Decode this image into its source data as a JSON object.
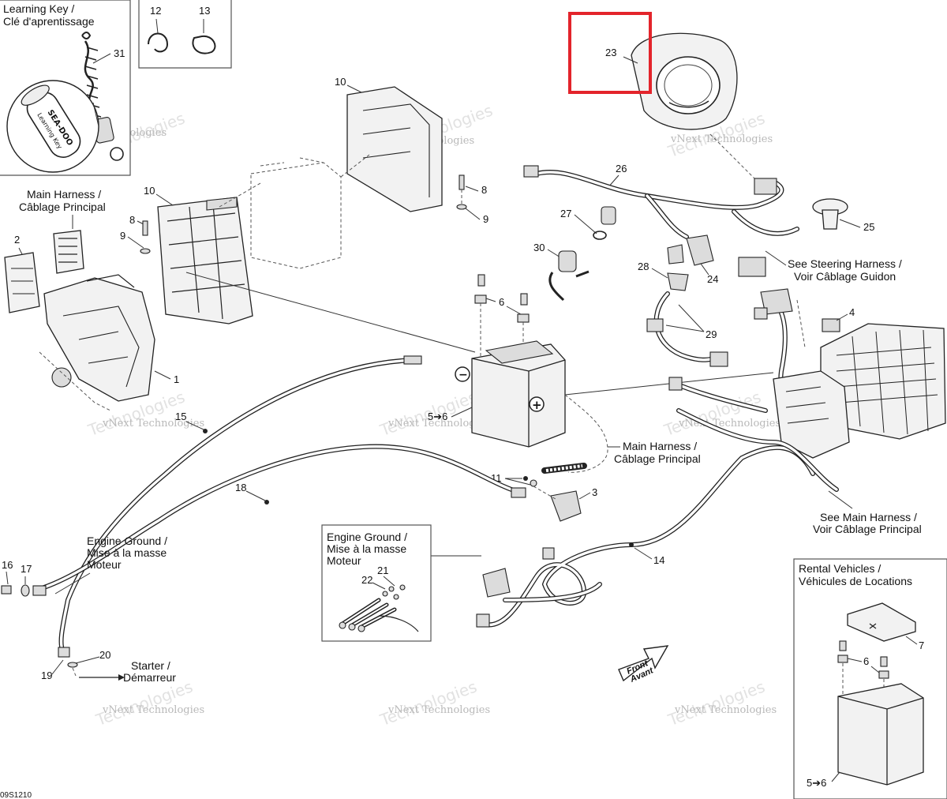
{
  "diagram_code": "09S1210",
  "watermark": {
    "line1": "vNext",
    "line2": "Technologies",
    "combined": "vNext Technologies"
  },
  "highlight": {
    "color": "#e3242b",
    "part_number": "23"
  },
  "insets": {
    "learning_key": {
      "title_line1": "Learning Key /",
      "title_line2": "Clé d'aprentissage",
      "part": "31",
      "key_brand": "SEA-DOO",
      "key_text": "Learning Key"
    },
    "clips": {
      "part_a": "12",
      "part_b": "13"
    },
    "engine_ground": {
      "line1": "Engine Ground /",
      "line2": "Mise à la masse",
      "line3": "Moteur",
      "part_a": "21",
      "part_b": "22"
    },
    "rental": {
      "line1": "Rental Vehicles /",
      "line2": "Véhicules de Locations",
      "part_cover": "7",
      "part_screw": "6",
      "part_battery": "5➔6"
    }
  },
  "labels": {
    "main_harness_left": {
      "line1": "Main Harness /",
      "line2": "Câblage Principal"
    },
    "main_harness_center": {
      "line1": "Main Harness /",
      "line2": "Câblage Principal"
    },
    "steering_harness": {
      "line1": "See Steering Harness /",
      "line2": "Voir Câblage Guidon"
    },
    "see_main_harness": {
      "line1": "See Main Harness /",
      "line2": "Voir Câblage Principal"
    },
    "engine_ground": {
      "line1": "Engine Ground /",
      "line2": "Mise à la masse",
      "line3": "Moteur"
    },
    "starter": {
      "line1": "Starter /",
      "line2": "Démarreur"
    },
    "front": {
      "line1": "Front",
      "line2": "Avant"
    }
  },
  "battery": {
    "negative": "−",
    "positive": "+",
    "part": "5➔6"
  },
  "parts": {
    "p1": "1",
    "p2": "2",
    "p3": "3",
    "p4": "4",
    "p6a": "6",
    "p7": "7",
    "p8a": "8",
    "p8b": "8",
    "p9a": "9",
    "p9b": "9",
    "p10a": "10",
    "p10b": "10",
    "p11": "11",
    "p14": "14",
    "p15": "15",
    "p16": "16",
    "p17": "17",
    "p18": "18",
    "p19": "19",
    "p20": "20",
    "p24": "24",
    "p25": "25",
    "p26": "26",
    "p27": "27",
    "p28": "28",
    "p29": "29",
    "p30": "30"
  }
}
